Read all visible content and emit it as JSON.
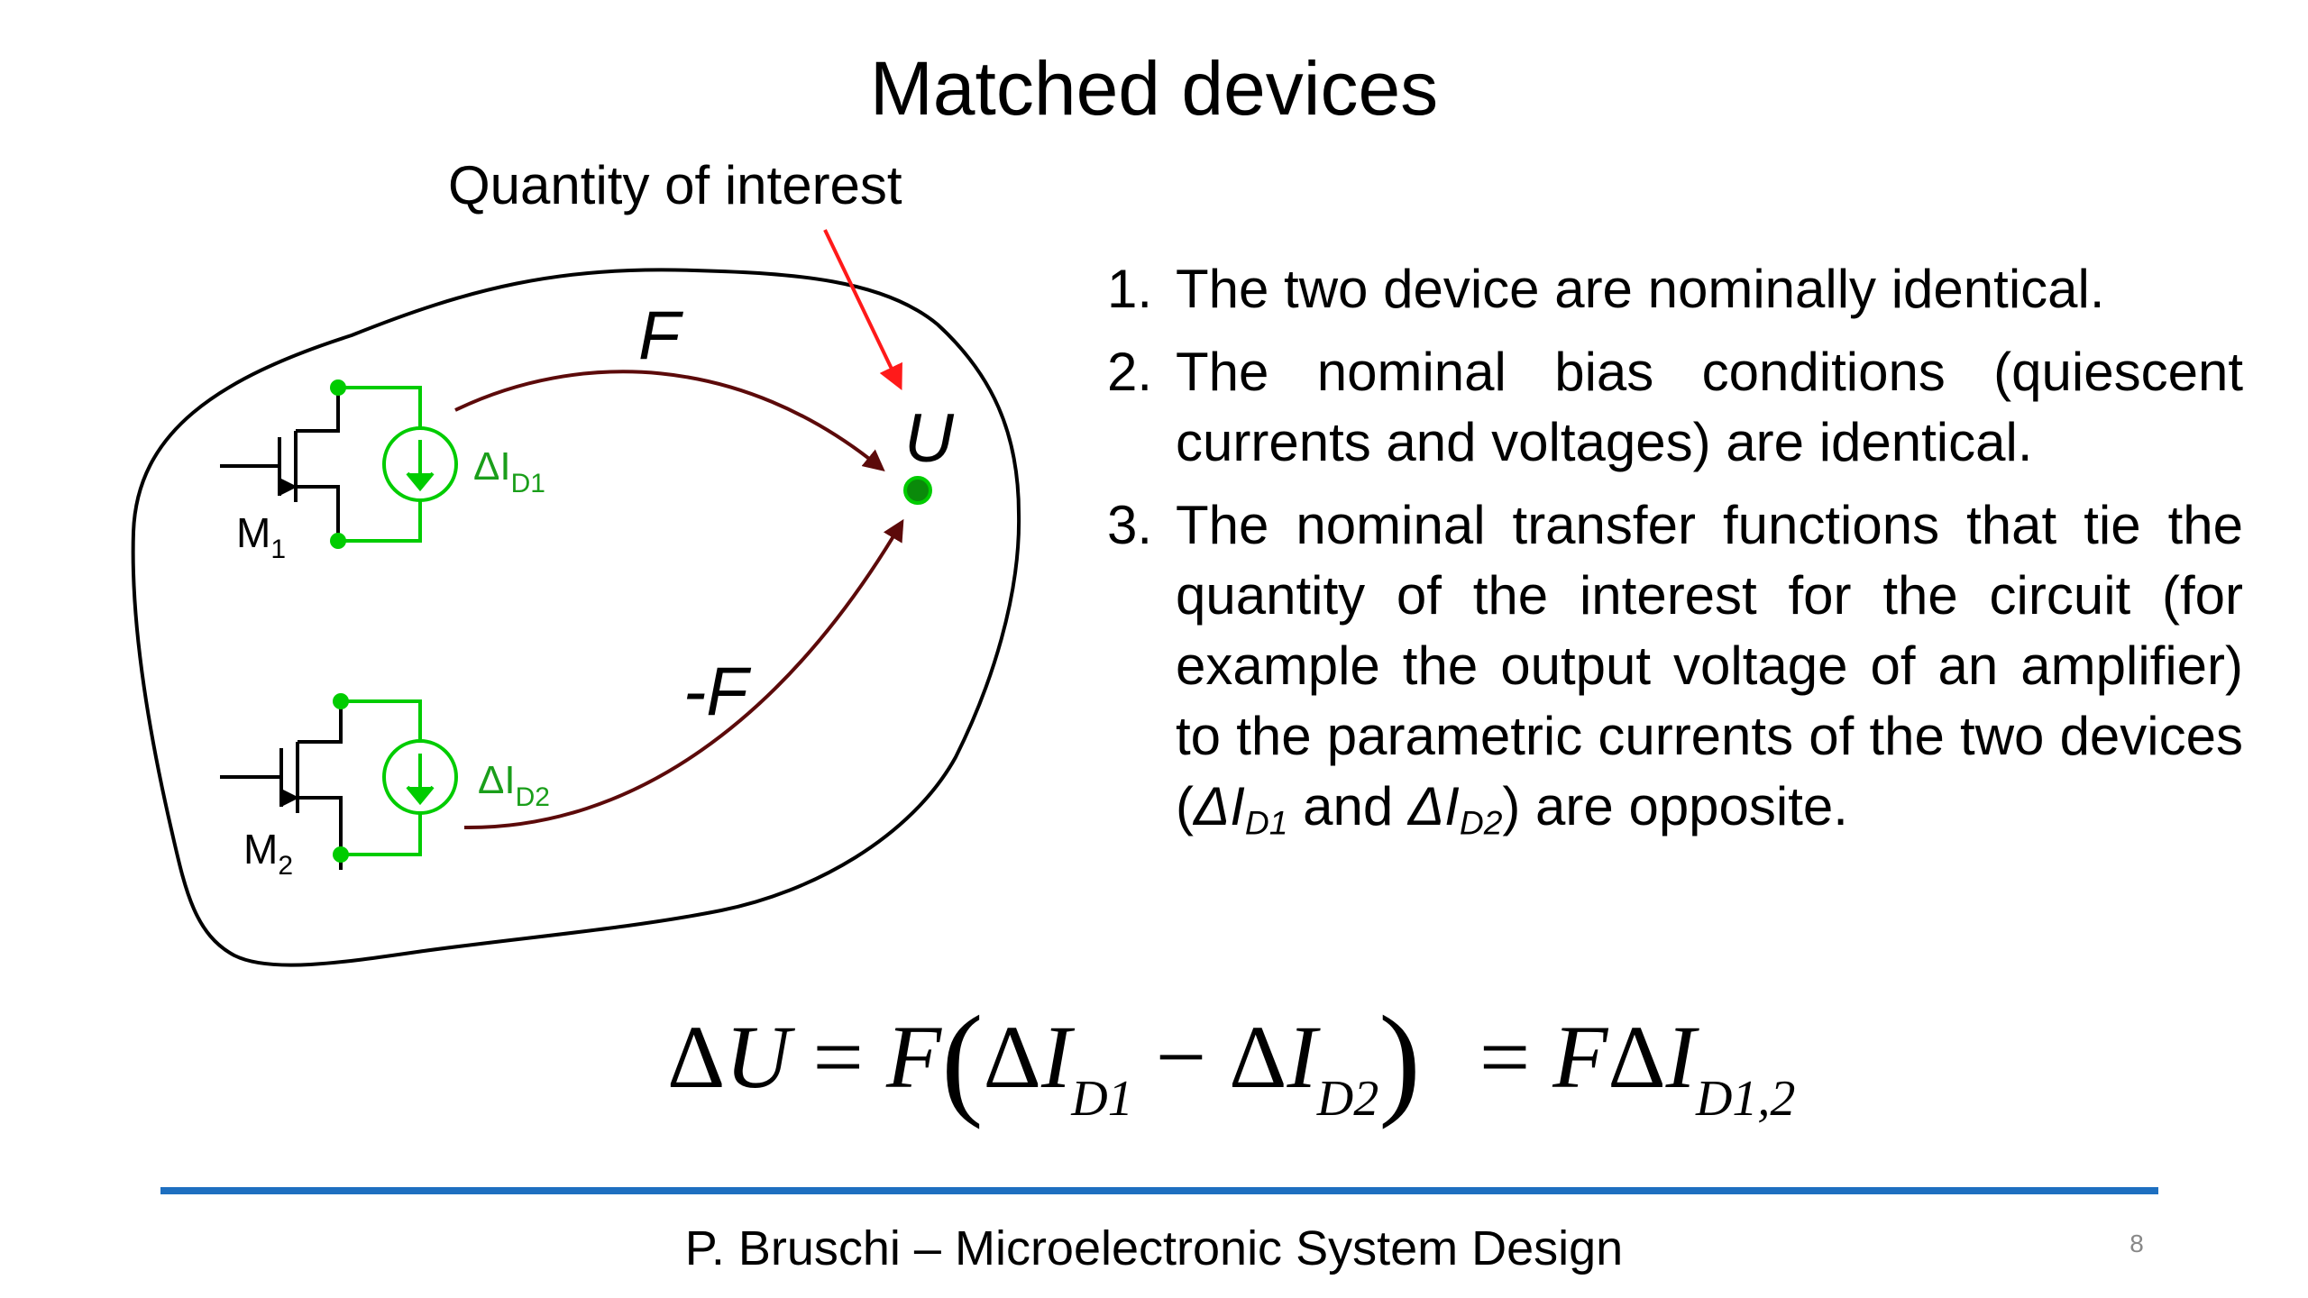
{
  "slide": {
    "title": "Matched devices",
    "annotation": "Quantity of interest"
  },
  "diagram": {
    "arrow_upper_label": "F",
    "arrow_lower_label": "-F",
    "node_label": "U",
    "device1": {
      "name": "M",
      "index": "1",
      "current": "ΔI",
      "current_sub": "D1"
    },
    "device2": {
      "name": "M",
      "index": "2",
      "current": "ΔI",
      "current_sub": "D2"
    },
    "colors": {
      "circuit": "#00cc00",
      "label": "#1a9e1a",
      "flow_arrow": "#5c0a0a",
      "pointer_arrow": "#ff1a1a",
      "outline": "#000000",
      "node": "#0a8a0a"
    }
  },
  "list": {
    "items": [
      {
        "number": "1.",
        "text": "The two device are nominally identical."
      },
      {
        "number": "2.",
        "text": "The nominal bias conditions (quiescent currents and voltages) are identical."
      },
      {
        "number": "3.",
        "text_before": "The nominal transfer functions that tie the quantity of the interest for the circuit (for example the output voltage of an amplifier) to the parametric currents of the two devices (",
        "var1": "ΔI",
        "var1_sub": "D1",
        "conj": " and ",
        "var2": "ΔI",
        "var2_sub": "D2",
        "text_after": ") are opposite."
      }
    ]
  },
  "equation": {
    "lhs_delta": "Δ",
    "lhs_var": "U",
    "eq": " = ",
    "F": "F",
    "paren_open": "(",
    "delta": "Δ",
    "I": "I",
    "sub1": "D1",
    "minus": " − ",
    "sub2": "D2",
    "paren_close": ")",
    "eq2": " = ",
    "sub12": "D1,2"
  },
  "footer": {
    "text": "P. Bruschi – Microelectronic System Design",
    "page": "8",
    "rule_color": "#1e6fc0"
  }
}
